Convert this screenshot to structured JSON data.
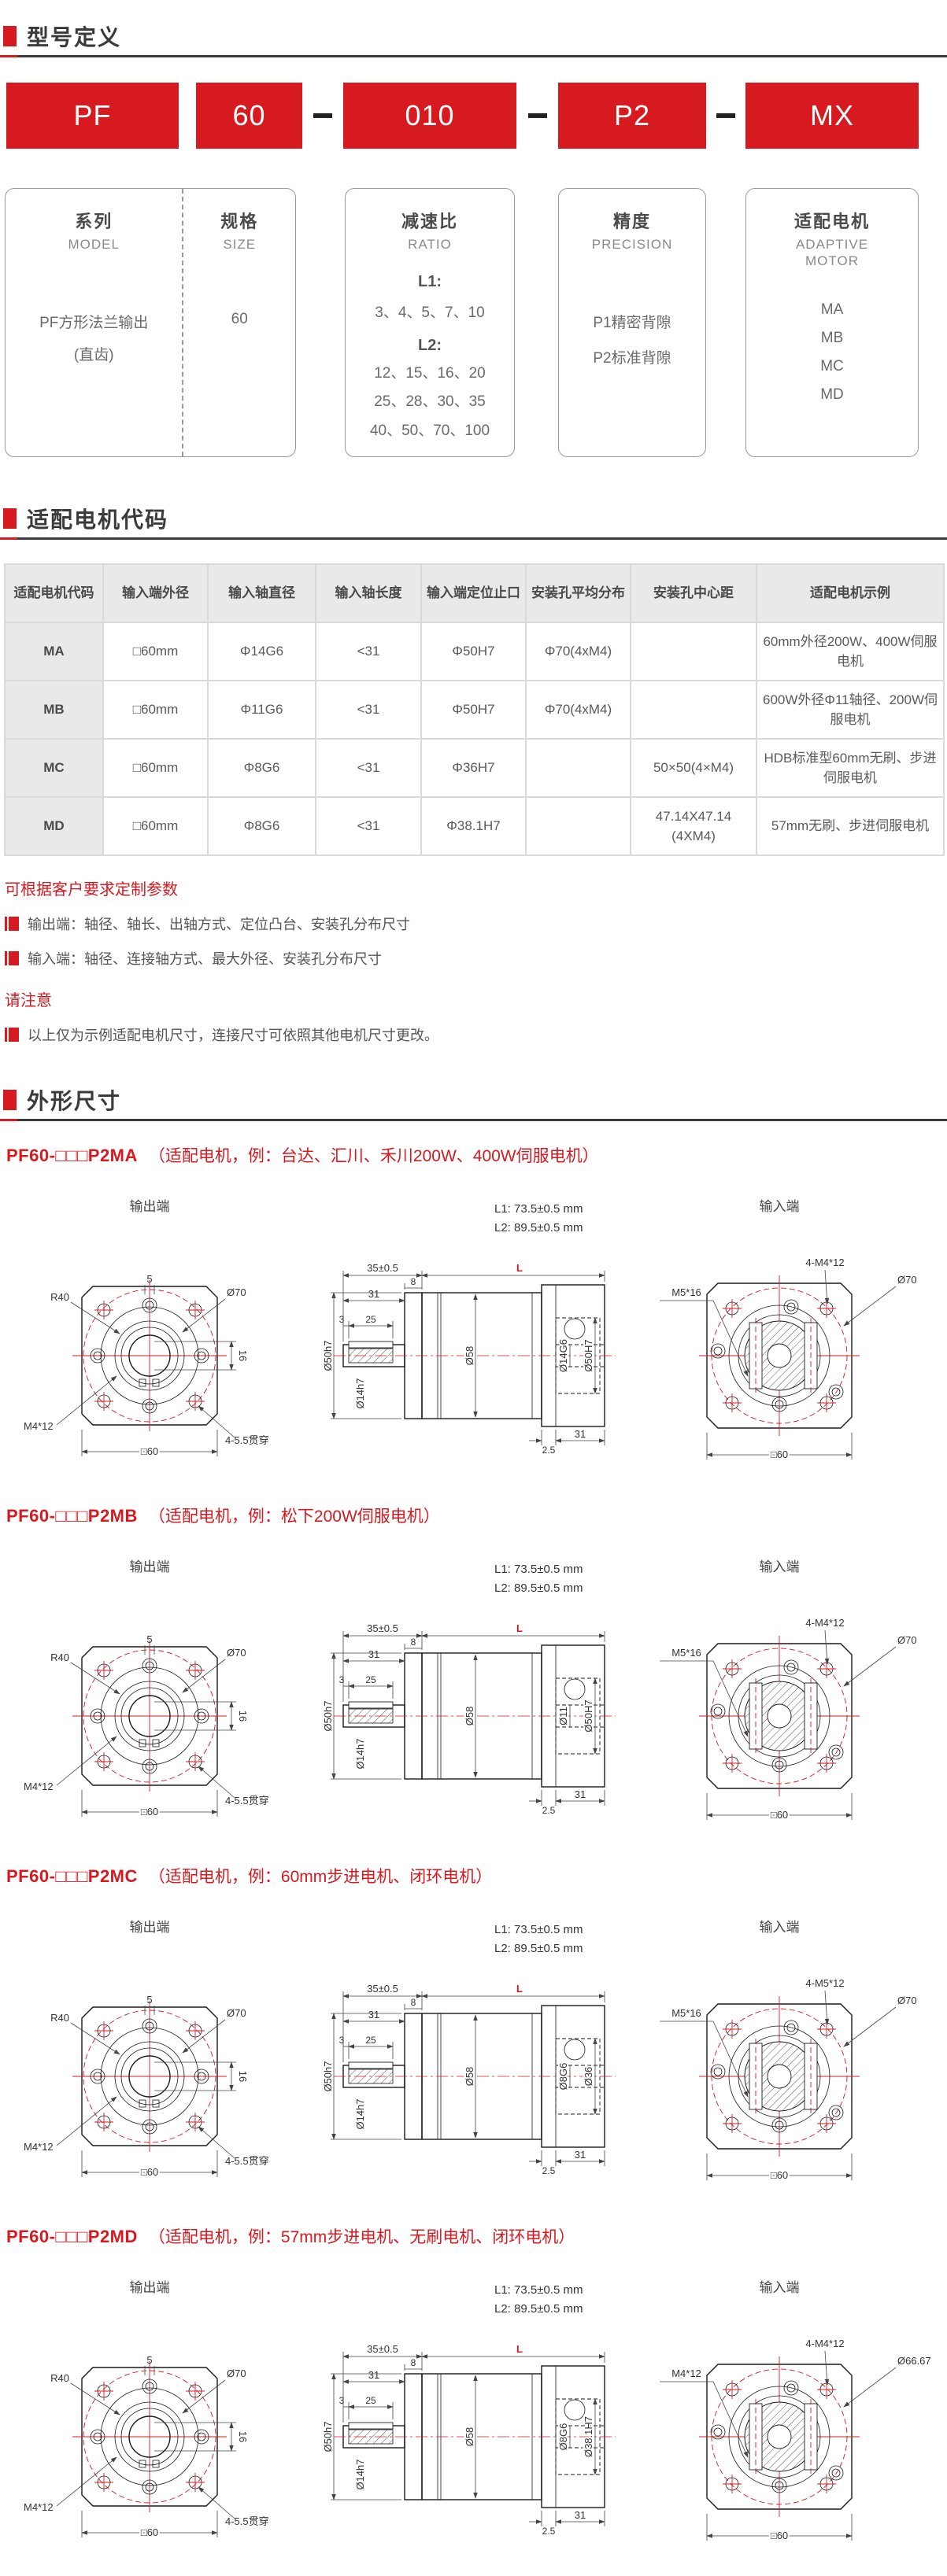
{
  "section_model": {
    "title": "型号定义",
    "code_boxes": [
      "PF",
      "60",
      "010",
      "P2",
      "MX"
    ],
    "info": {
      "model": {
        "zh": "系列",
        "en": "MODEL",
        "value_line1": "PF方形法兰输出",
        "value_line2": "(直齿)"
      },
      "size": {
        "zh": "规格",
        "en": "SIZE",
        "value": "60"
      },
      "ratio": {
        "zh": "减速比",
        "en": "RATIO",
        "l1_label": "L1:",
        "l1_values": "3、4、5、7、10",
        "l2_label": "L2:",
        "l2_line1": "12、15、16、20",
        "l2_line2": "25、28、30、35",
        "l2_line3": "40、50、70、100"
      },
      "precision": {
        "zh": "精度",
        "en": "PRECISION",
        "line1": "P1精密背隙",
        "line2": "P2标准背隙"
      },
      "motor": {
        "zh": "适配电机",
        "en": "ADAPTIVE MOTOR",
        "line1": "MA",
        "line2": "MB",
        "line3": "MC",
        "line4": "MD"
      }
    }
  },
  "section_codes": {
    "title": "适配电机代码",
    "table": {
      "headers": [
        "适配电机代码",
        "输入端外径",
        "输入轴直径",
        "输入轴长度",
        "输入端定位止口",
        "安装孔平均分布",
        "安装孔中心距",
        "适配电机示例"
      ],
      "rows": [
        {
          "cells": [
            "MA",
            "□60mm",
            "Φ14G6",
            "<31",
            "Φ50H7",
            "Φ70(4xM4)",
            "",
            "60mm外径200W、400W伺服电机"
          ]
        },
        {
          "cells": [
            "MB",
            "□60mm",
            "Φ11G6",
            "<31",
            "Φ50H7",
            "Φ70(4xM4)",
            "",
            "600W外径Φ11轴径、200W伺服电机"
          ]
        },
        {
          "cells": [
            "MC",
            "□60mm",
            "Φ8G6",
            "<31",
            "Φ36H7",
            "",
            "50×50(4×M4)",
            "HDB标准型60mm无刷、步进伺服电机"
          ]
        },
        {
          "cells": [
            "MD",
            "□60mm",
            "Φ8G6",
            "<31",
            "Φ38.1H7",
            "",
            "47.14X47.14 (4XM4)",
            "57mm无刷、步进伺服电机"
          ]
        }
      ]
    },
    "notes": {
      "custom_title": "可根据客户要求定制参数",
      "custom_item1": "输出端：轴径、轴长、出轴方式、定位凸台、安装孔分布尺寸",
      "custom_item2": "输入端：轴径、连接轴方式、最大外径、安装孔分布尺寸",
      "notice_title": "请注意",
      "notice_item1": "以上仅为示例适配电机尺寸，连接尺寸可依照其他电机尺寸更改。"
    }
  },
  "section_dim": {
    "title": "外形尺寸",
    "drawings": [
      {
        "title": "PF60-□□□P2MA",
        "subtitle": "（适配电机，例：台达、汇川、禾川200W、400W伺服电机）",
        "output_label": "输出端",
        "input_label": "输入端",
        "l1": "L1: 73.5±0.5 mm",
        "l2": "L2: 89.5±0.5 mm",
        "out": {
          "r40": "R40",
          "d5": "5",
          "circle": "Ø70",
          "d16": "16",
          "screw": "M4*12",
          "through": "4-5.5贯穿",
          "square": "□60"
        },
        "side": {
          "d35": "35±0.5",
          "d8": "8",
          "d31a": "31",
          "d3": "3",
          "d25": "25",
          "l": "L",
          "d50h7": "Ø50h7",
          "d14h7": "Ø14h7",
          "d58": "Ø58",
          "bore": "Ø14G6",
          "pilot": "Ø50H7",
          "d2_5": "2.5",
          "d31b": "31"
        },
        "in": {
          "corner": "4-M4*12",
          "circle": "Ø70",
          "screw": "M5*16",
          "square": "□60"
        }
      },
      {
        "title": "PF60-□□□P2MB",
        "subtitle": "（适配电机，例：松下200W伺服电机）",
        "output_label": "输出端",
        "input_label": "输入端",
        "l1": "L1: 73.5±0.5 mm",
        "l2": "L2: 89.5±0.5 mm",
        "out": {
          "r40": "R40",
          "d5": "5",
          "circle": "Ø70",
          "d16": "16",
          "screw": "M4*12",
          "through": "4-5.5贯穿",
          "square": "□60"
        },
        "side": {
          "d35": "35±0.5",
          "d8": "8",
          "d31a": "31",
          "d3": "3",
          "d25": "25",
          "l": "L",
          "d50h7": "Ø50h7",
          "d14h7": "Ø14h7",
          "d58": "Ø58",
          "bore": "Ø11",
          "pilot": "Ø50H7",
          "d2_5": "2.5",
          "d31b": "31"
        },
        "in": {
          "corner": "4-M4*12",
          "circle": "Ø70",
          "screw": "M5*16",
          "square": "□60"
        }
      },
      {
        "title": "PF60-□□□P2MC",
        "subtitle": "（适配电机，例：60mm步进电机、闭环电机）",
        "output_label": "输出端",
        "input_label": "输入端",
        "l1": "L1: 73.5±0.5 mm",
        "l2": "L2: 89.5±0.5 mm",
        "out": {
          "r40": "R40",
          "d5": "5",
          "circle": "Ø70",
          "d16": "16",
          "screw": "M4*12",
          "through": "4-5.5贯穿",
          "square": "□60"
        },
        "side": {
          "d35": "35±0.5",
          "d8": "8",
          "d31a": "31",
          "d3": "3",
          "d25": "25",
          "l": "L",
          "d50h7": "Ø50h7",
          "d14h7": "Ø14h7",
          "d58": "Ø58",
          "bore": "Ø8G6",
          "pilot": "Ø36",
          "d2_5": "2.5",
          "d31b": "31"
        },
        "in": {
          "corner": "4-M5*12",
          "circle": "Ø70",
          "screw": "M5*16",
          "square": "□60"
        }
      },
      {
        "title": "PF60-□□□P2MD",
        "subtitle": "（适配电机，例：57mm步进电机、无刷电机、闭环电机）",
        "output_label": "输出端",
        "input_label": "输入端",
        "l1": "L1: 73.5±0.5 mm",
        "l2": "L2: 89.5±0.5 mm",
        "out": {
          "r40": "R40",
          "d5": "5",
          "circle": "Ø70",
          "d16": "16",
          "screw": "M4*12",
          "through": "4-5.5贯穿",
          "square": "□60"
        },
        "side": {
          "d35": "35±0.5",
          "d8": "8",
          "d31a": "31",
          "d3": "3",
          "d25": "25",
          "l": "L",
          "d50h7": "Ø50h7",
          "d14h7": "Ø14h7",
          "d58": "Ø58",
          "bore": "Ø8G6",
          "pilot": "Ø38.1H7",
          "d2_5": "2.5",
          "d31b": "31"
        },
        "in": {
          "corner": "4-M4*12",
          "circle": "Ø66.67",
          "screw": "M4*12",
          "square": "□60"
        }
      }
    ]
  }
}
